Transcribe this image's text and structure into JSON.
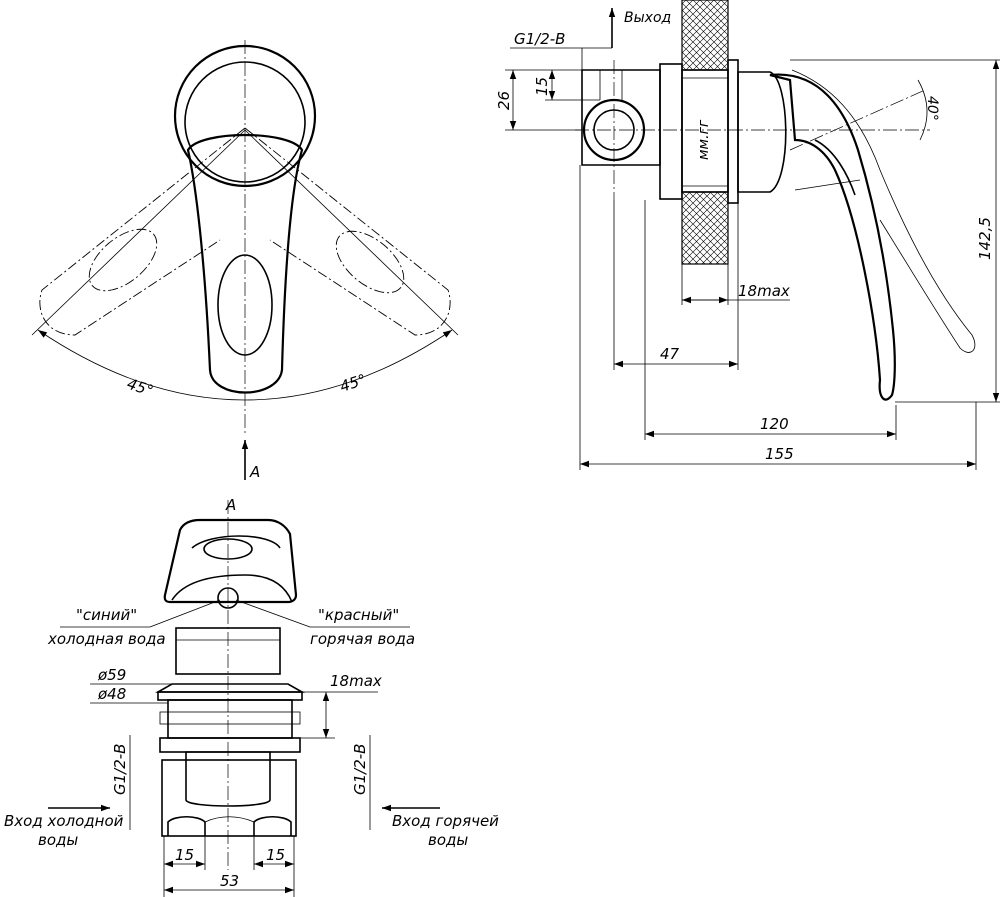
{
  "front_view": {
    "angle_left": "45°",
    "angle_right": "45°",
    "view_arrow_label": "A"
  },
  "side_view": {
    "outlet_label": "Выход",
    "thread_label": "G1/2-B",
    "dim_26": "26",
    "dim_15": "15",
    "wall_label": "мм.гг",
    "dim_18max": "18max",
    "dim_47": "47",
    "dim_120": "120",
    "dim_155": "155",
    "dim_142_5": "142,5",
    "angle_40": "40°"
  },
  "bottom_view": {
    "view_title": "A",
    "blue_label": "\"синий\"",
    "cold_water": "холодная вода",
    "red_label": "\"красный\"",
    "hot_water": "горячая вода",
    "dia_59": "ø59",
    "dia_48": "ø48",
    "dim_18max": "18max",
    "thread_left": "G1/2-B",
    "thread_right": "G1/2-B",
    "cold_inlet_line1": "Вход холодной",
    "cold_inlet_line2": "воды",
    "hot_inlet_line1": "Вход горячей",
    "hot_inlet_line2": "воды",
    "dim_15_left": "15",
    "dim_15_right": "15",
    "dim_53": "53"
  }
}
